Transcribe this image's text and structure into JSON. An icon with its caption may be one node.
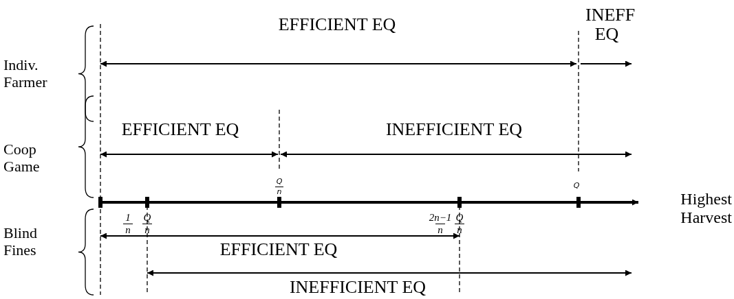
{
  "diagram": {
    "labels": [
      "EFFICIENT EQ",
      "INEFF EQ",
      "Indiv. Farmer",
      "Coop Game",
      "EFFICIENT EQ",
      "INEFFICIENT EQ",
      "Q",
      "n",
      "Q",
      "Highest Harvest",
      "1",
      "n",
      "Q",
      "n",
      "2n−1",
      "n",
      "Q",
      "n",
      "Blind Fines",
      "EFFICIENT EQ",
      "INEFFICIENT EQ"
    ]
  }
}
